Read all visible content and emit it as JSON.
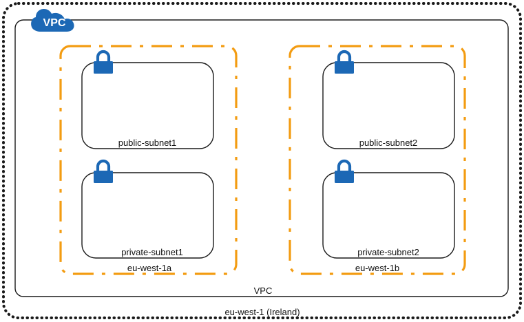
{
  "region": {
    "label": "eu-west-1 (Ireland)"
  },
  "vpc": {
    "badge": "VPC",
    "label": "VPC"
  },
  "availability_zones": [
    {
      "label": "eu-west-1a",
      "subnets": [
        "public-subnet1",
        "private-subnet1"
      ]
    },
    {
      "label": "eu-west-1b",
      "subnets": [
        "public-subnet2",
        "private-subnet2"
      ]
    }
  ],
  "colors": {
    "region_border": "#1a1a1a",
    "vpc_border": "#1a1a1a",
    "az_border": "#f39c12",
    "subnet_border": "#1a1a1a",
    "icon": "#1c68b5"
  },
  "icons": {
    "vpc_badge": "cloud-icon",
    "subnet": "lock-icon"
  }
}
